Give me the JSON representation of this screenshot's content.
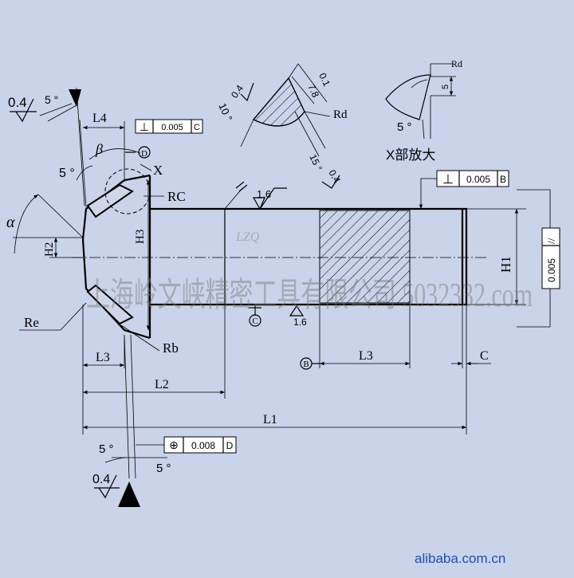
{
  "labels": {
    "alpha": "α",
    "beta": "β",
    "L4": "L4",
    "L3a": "L3",
    "L3b": "L3",
    "L2": "L2",
    "L1": "L1",
    "H1": "H1",
    "H2": "H2",
    "H3": "H3",
    "Rc": "RC",
    "Re": "Re",
    "Rb": "Rb",
    "Rd_detail": "Rd",
    "Rd_zoom": "Rd",
    "X": "X",
    "C": "C",
    "datumD": "D",
    "datumB": "B",
    "datumC": "C",
    "zoomCaption": "X部放大"
  },
  "angles": {
    "a5_top": "5 °",
    "a5_left": "5 °",
    "a5_bottom1": "5 °",
    "a5_bottom2": "5 °",
    "a10": "10 °",
    "a15": "15 °",
    "a5_zoom": "5 °"
  },
  "numbers": {
    "r04_top": "0.4",
    "r04_bottom": "0.4",
    "d04_detail": "0.4",
    "d04_detail2": "0.4",
    "d01": "0.1",
    "d78": "7.8",
    "d5": "5"
  },
  "roughness": {
    "top": "1.6",
    "bottom": "1.6"
  },
  "tolerances": {
    "perp_c": {
      "symbol": "⊥",
      "value": "0.005",
      "datum": "C"
    },
    "perp_b": {
      "symbol": "⊥",
      "value": "0.005",
      "datum": "B"
    },
    "pos_d": {
      "symbol": "⊕",
      "value": "0.008",
      "datum": "D"
    },
    "parallel": {
      "symbol": "//",
      "value": "0.005"
    }
  },
  "watermark": {
    "logo": "LZQ",
    "text": "上海岭文峡精密工具有限公司  5032332.com"
  },
  "footer": "alibaba.com.cn"
}
